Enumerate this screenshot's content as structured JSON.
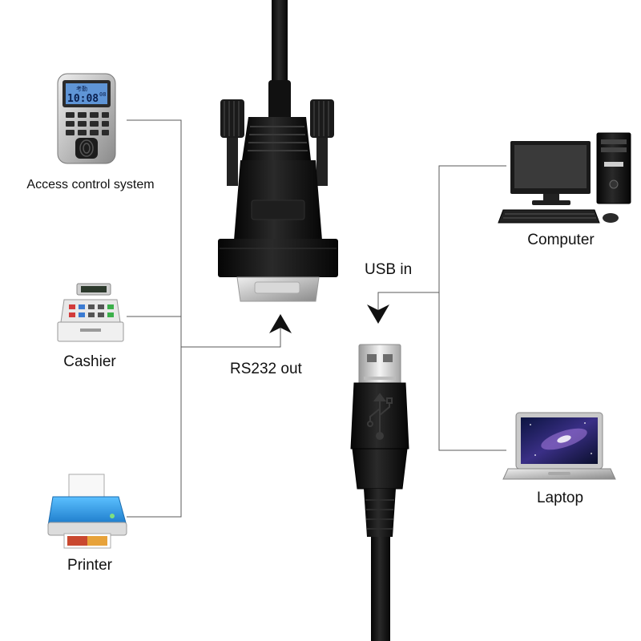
{
  "devices_left": [
    {
      "id": "access",
      "label": "Access control system",
      "icon": "fingerprint-terminal-icon"
    },
    {
      "id": "cashier",
      "label": "Cashier",
      "icon": "cash-register-icon"
    },
    {
      "id": "printer",
      "label": "Printer",
      "icon": "printer-icon"
    }
  ],
  "devices_right": [
    {
      "id": "computer",
      "label": "Computer",
      "icon": "desktop-computer-icon"
    },
    {
      "id": "laptop",
      "label": "Laptop",
      "icon": "laptop-icon"
    }
  ],
  "connectors": {
    "rs232_label": "RS232 out",
    "usb_label": "USB in",
    "db9_icon": "db9-serial-connector-icon",
    "usb_icon": "usb-a-plug-icon"
  },
  "terminal_display": {
    "time": "10:08",
    "seconds": "08",
    "header": "考勤"
  },
  "colors": {
    "cable": "#0d0d0d",
    "lines": "#555555",
    "screen_blue": "#5f95d6",
    "printer_blue": "#2a9be6"
  }
}
